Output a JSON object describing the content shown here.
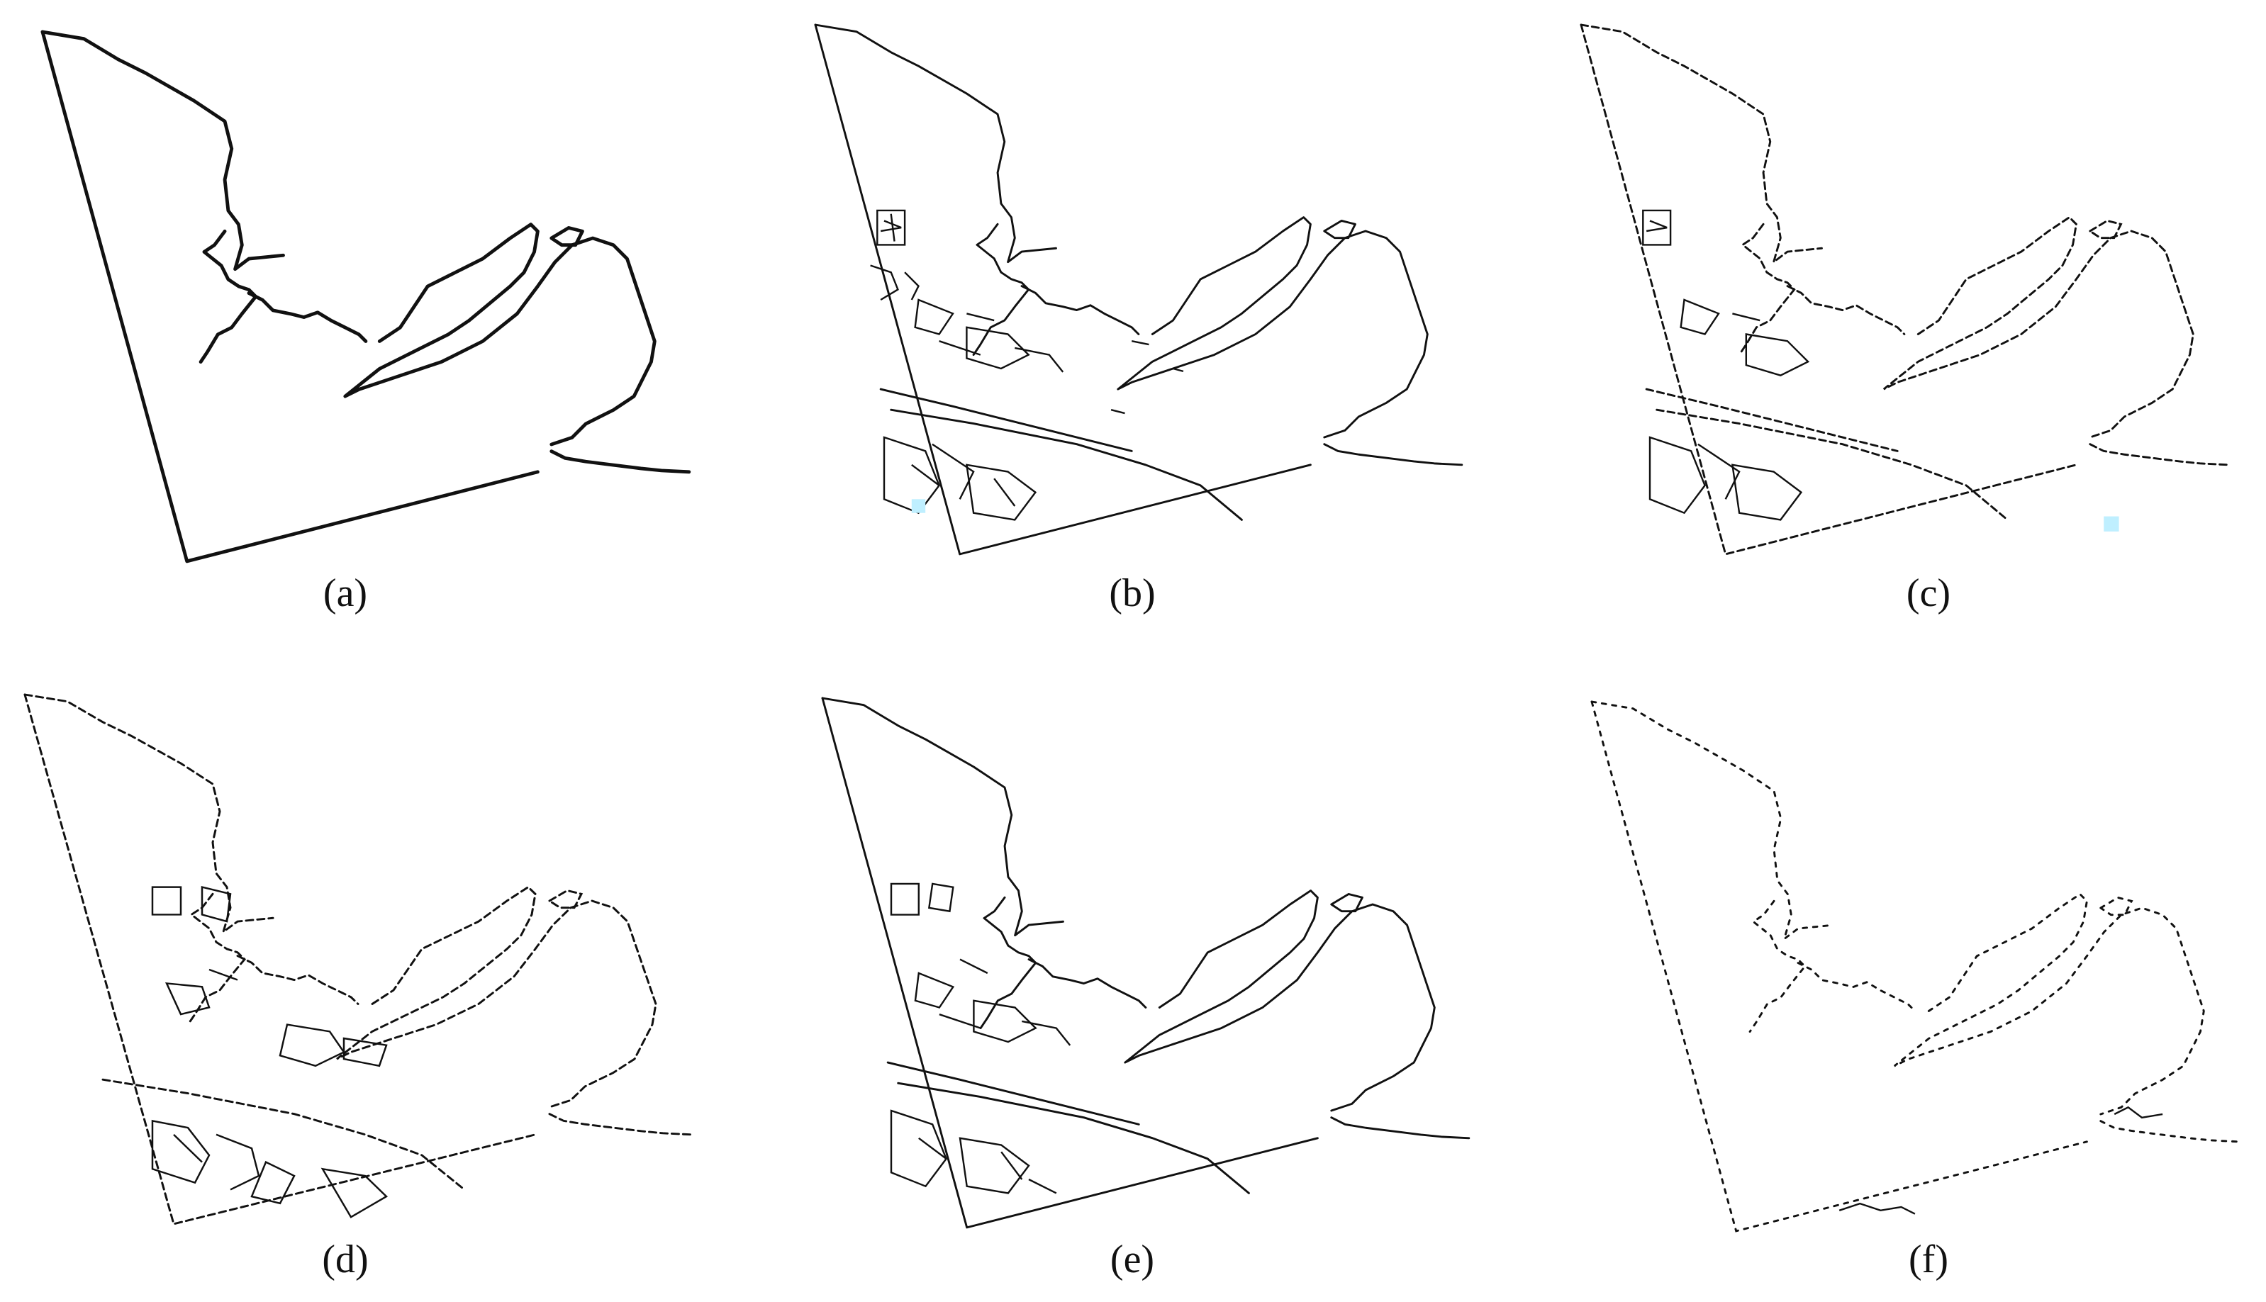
{
  "panels": [
    {
      "id": "a",
      "label": "(a)"
    },
    {
      "id": "b",
      "label": "(b)"
    },
    {
      "id": "c",
      "label": "(c)"
    },
    {
      "id": "d",
      "label": "(d)"
    },
    {
      "id": "e",
      "label": "(e)"
    },
    {
      "id": "f",
      "label": "(f)"
    }
  ],
  "colors": {
    "line": "#111111",
    "marker": "#bfefff"
  }
}
